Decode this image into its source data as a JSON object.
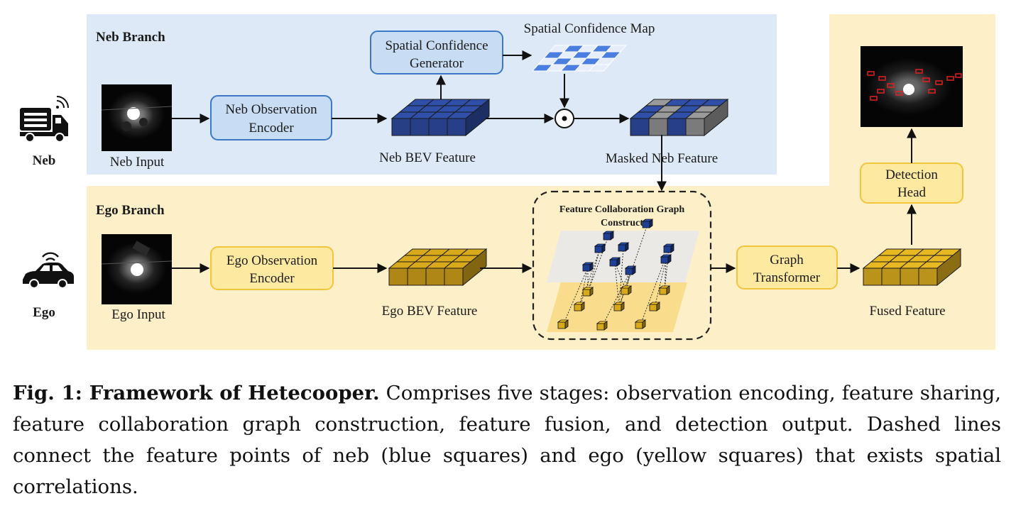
{
  "colors": {
    "neb_panel": "#dde9f6",
    "ego_panel": "#fdf0c8",
    "neb_box_fill": "#c8ddf3",
    "neb_box_stroke": "#3d78c8",
    "ego_box_fill": "#fde9a0",
    "ego_box_stroke": "#f3c53c",
    "neb_cube": "#2f4fa8",
    "ego_cube": "#d9a91c"
  },
  "neb": {
    "branch_title": "Neb Branch",
    "agent_label": "Neb",
    "agent_icon": "truck-icon",
    "input_label": "Neb Input",
    "encoder": [
      "Neb Observation",
      "Encoder"
    ],
    "bev_label": "Neb BEV Feature",
    "confidence_generator": [
      "Spatial Confidence",
      "Generator"
    ],
    "confidence_map_label": "Spatial Confidence Map",
    "masked_label": "Masked Neb Feature"
  },
  "ego": {
    "branch_title": "Ego Branch",
    "agent_label": "Ego",
    "agent_icon": "car-icon",
    "input_label": "Ego Input",
    "encoder": [
      "Ego Observation",
      "Encoder"
    ],
    "bev_label": "Ego  BEV Feature",
    "graph_construct": [
      "Feature Collaboration Graph",
      "Construct"
    ],
    "graph_transformer": [
      "Graph",
      "Transformer"
    ],
    "fused_label": "Fused Feature",
    "detection_head": [
      "Detection",
      "Head"
    ]
  },
  "caption": {
    "lead": "Fig. 1: Framework of Hetecooper.",
    "body": " Comprises five stages: observation encoding, feature sharing, feature collaboration graph construction, feature fusion, and detection output. Dashed lines connect the feature points of neb (blue squares) and ego (yellow squares) that exists spatial correlations."
  }
}
